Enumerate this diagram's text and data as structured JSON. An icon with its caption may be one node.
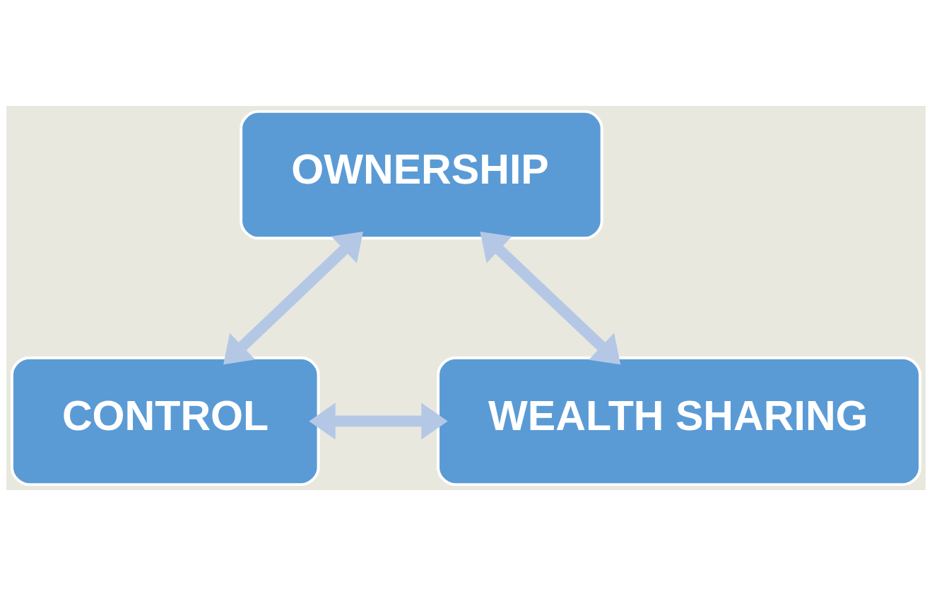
{
  "diagram": {
    "nodes": [
      {
        "text": [
          "OWNERSHIP"
        ]
      },
      {
        "text": [
          "CONTROL"
        ]
      },
      {
        "text": [
          "WEALTH SHARING"
        ]
      }
    ],
    "edges": [
      {
        "from": 0,
        "to": 1,
        "arrow": "both"
      },
      {
        "from": 0,
        "to": 2,
        "arrow": "both"
      },
      {
        "from": 1,
        "to": 2,
        "arrow": "both"
      }
    ]
  }
}
